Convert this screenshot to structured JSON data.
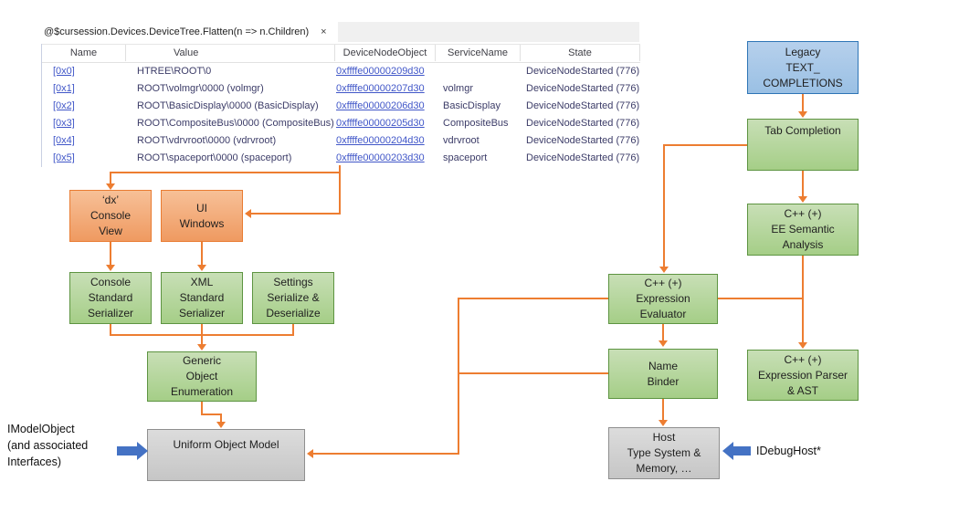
{
  "tab": {
    "title": "@$cursession.Devices.DeviceTree.Flatten(n => n.Children)",
    "close_label": "×"
  },
  "table": {
    "columns": [
      "Name",
      "Value",
      "DeviceNodeObject",
      "ServiceName",
      "State"
    ],
    "rows": [
      {
        "name": "[0x0]",
        "value": "HTREE\\ROOT\\0",
        "node": "0xffffe00000209d30",
        "service": "",
        "state": "DeviceNodeStarted (776)"
      },
      {
        "name": "[0x1]",
        "value": "ROOT\\volmgr\\0000 (volmgr)",
        "node": "0xffffe00000207d30",
        "service": "volmgr",
        "state": "DeviceNodeStarted (776)"
      },
      {
        "name": "[0x2]",
        "value": "ROOT\\BasicDisplay\\0000 (BasicDisplay)",
        "node": "0xffffe00000206d30",
        "service": "BasicDisplay",
        "state": "DeviceNodeStarted (776)"
      },
      {
        "name": "[0x3]",
        "value": "ROOT\\CompositeBus\\0000 (CompositeBus)",
        "node": "0xffffe00000205d30",
        "service": "CompositeBus",
        "state": "DeviceNodeStarted (776)"
      },
      {
        "name": "[0x4]",
        "value": "ROOT\\vdrvroot\\0000 (vdrvroot)",
        "node": "0xffffe00000204d30",
        "service": "vdrvroot",
        "state": "DeviceNodeStarted (776)"
      },
      {
        "name": "[0x5]",
        "value": "ROOT\\spaceport\\0000 (spaceport)",
        "node": "0xffffe00000203d30",
        "service": "spaceport",
        "state": "DeviceNodeStarted (776)"
      }
    ]
  },
  "boxes": {
    "legacy": {
      "label": "Legacy\nTEXT_\nCOMPLETIONS"
    },
    "tab_completion": {
      "label": "Tab Completion"
    },
    "ee_semantic": {
      "label": "C++ (+)\nEE Semantic\nAnalysis"
    },
    "expression_parser": {
      "label": "C++ (+)\nExpression Parser\n& AST"
    },
    "expression_evaluator": {
      "label": "C++ (+)\nExpression\nEvaluator"
    },
    "name_binder": {
      "label": "Name\nBinder"
    },
    "host": {
      "label": "Host\nType System &\nMemory, …"
    },
    "dx_console": {
      "label": "‘dx’\nConsole\nView"
    },
    "ui_windows": {
      "label": "UI\nWindows"
    },
    "console_serializer": {
      "label": "Console\nStandard\nSerializer"
    },
    "xml_serializer": {
      "label": "XML\nStandard\nSerializer"
    },
    "settings_serializer": {
      "label": "Settings\nSerialize &\nDeserialize"
    },
    "generic_enumeration": {
      "label": "Generic\nObject\nEnumeration"
    },
    "uniform_object_model": {
      "label": "Uniform Object Model"
    }
  },
  "labels": {
    "imodelobject": "IModelObject\n(and associated\nInterfaces)",
    "idebughost": "IDebugHost*"
  },
  "colors": {
    "connector_orange": "#ED7D31",
    "fat_arrow_blue": "#4472C4",
    "box_green_fill": "#A9D18E",
    "box_blue_fill": "#9DC3E6",
    "box_salmon_fill": "#F4B183",
    "box_gray_fill": "#D0CECE",
    "link_blue": "#4056C8"
  }
}
